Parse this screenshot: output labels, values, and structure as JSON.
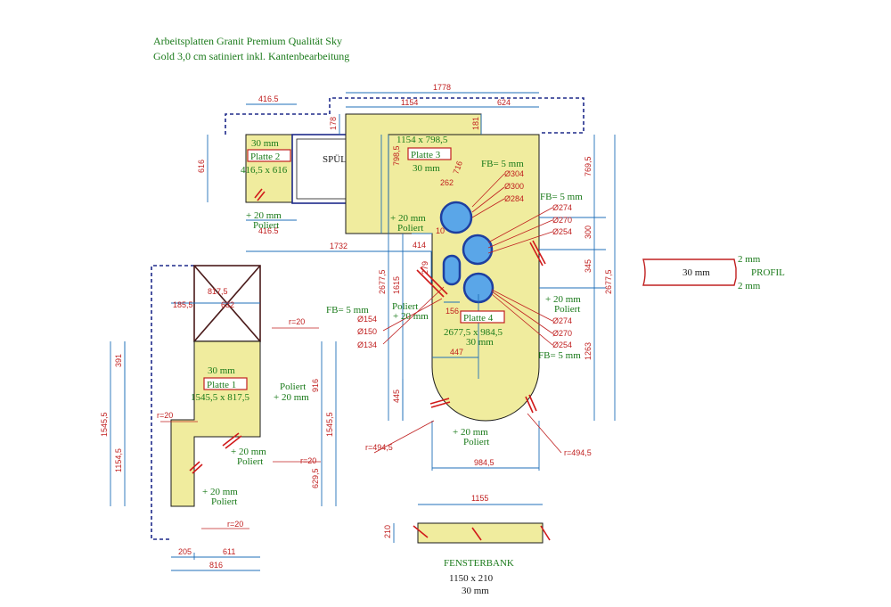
{
  "title": {
    "line1": "Arbeitsplatten Granit Premium Qualität Sky",
    "line2": "Gold 3,0 cm satiniert inkl. Kantenbearbeitung"
  },
  "platte1": {
    "label": "Platte 1",
    "thickness": "30 mm",
    "size": "1545,5 x 817,5",
    "edge_right": "Poliert",
    "edge_right_mm": "+ 20 mm",
    "edge_inner_mm": "+ 20 mm",
    "edge_inner": "Poliert",
    "edge_bottom_mm": "+ 20 mm",
    "edge_bottom": "Poliert",
    "dims": {
      "top_width": "817,5",
      "top_left": "185,5",
      "top_mid": "632",
      "right_total": "1545,5",
      "right_lower": "629,5",
      "right_upper": "916",
      "left_total": "1545,5",
      "left_lower": "1154,5",
      "left_upper": "391",
      "bottom_left": "205",
      "bottom_right": "611",
      "bottom_total": "816"
    },
    "radii": [
      "r=20",
      "r=20",
      "r=20",
      "r=20"
    ]
  },
  "platte2": {
    "label": "Platte 2",
    "thickness": "30 mm",
    "size": "416,5 x 616",
    "edge_mm": "+ 20 mm",
    "edge": "Poliert",
    "dims": {
      "top": "416.5",
      "left": "616",
      "bottom": "416.5"
    }
  },
  "spuele": {
    "label": "SPÜLE"
  },
  "platte3": {
    "label": "Platte 3",
    "thickness": "30 mm",
    "size": "1154 x 798,5",
    "edge_mm": "+ 20 mm",
    "edge": "Poliert",
    "dims": {
      "total_top": "1778",
      "top_left": "1154",
      "top_right": "624",
      "step": "178",
      "notch": "181",
      "height": "798,5",
      "diag1": "716",
      "diag2": "262",
      "bottom_total": "1732"
    }
  },
  "platte4": {
    "label": "Platte 4",
    "thickness": "30 mm",
    "size": "2677,5 x 984,5",
    "edge_mm": "+ 20 mm",
    "edge": "Poliert",
    "edge_right_mm": "+ 20 mm",
    "edge_right": "Poliert",
    "dims": {
      "left_total": "2677,5",
      "right_total": "2677,5",
      "left_mid": "1615",
      "left_low": "445",
      "left_a": "414",
      "left_b": "10",
      "oval_h": "279",
      "oval_w": "156",
      "center_x": "447",
      "bottom_w": "984,5",
      "right_a": "769,5",
      "right_b": "300",
      "right_c": "345",
      "right_d": "1263",
      "radius": "r=494,5",
      "radius2": "r=494,5"
    }
  },
  "holes_top": {
    "fb": "FB= 5 mm",
    "d": [
      "Ø304",
      "Ø300",
      "Ø284"
    ]
  },
  "holes_mid": {
    "fb": "FB= 5 mm",
    "d": [
      "Ø274",
      "Ø270",
      "Ø254"
    ]
  },
  "holes_low": {
    "fb": "FB= 5 mm",
    "d": [
      "Ø274",
      "Ø270",
      "Ø254"
    ]
  },
  "holes_oval": {
    "fb": "FB= 5 mm",
    "d": [
      "Ø154",
      "Ø150",
      "Ø134"
    ]
  },
  "profil": {
    "label": "PROFIL",
    "thickness": "30 mm",
    "top": "2 mm",
    "bottom": "2 mm"
  },
  "fensterbank": {
    "label": "FENSTERBANK",
    "size": "1150 x 210",
    "thickness": "30 mm",
    "width_dim": "1155",
    "height_dim": "210"
  }
}
